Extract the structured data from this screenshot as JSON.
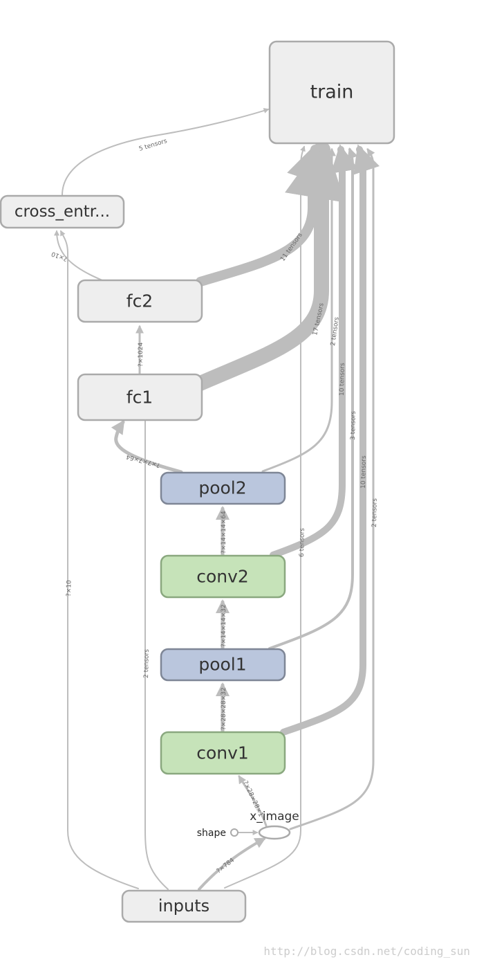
{
  "nodes": {
    "train": "train",
    "cross_entropy": "cross_entr...",
    "fc2": "fc2",
    "fc1": "fc1",
    "pool2": "pool2",
    "conv2": "conv2",
    "pool1": "pool1",
    "conv1": "conv1",
    "x_image": "x_image",
    "shape": "shape",
    "inputs": "inputs"
  },
  "edge_labels": {
    "cross_to_train": "5 tensors",
    "fc2_to_train": "11 tensors",
    "fc1_to_train": "17 tensors",
    "pool2_to_train": "2 tensors",
    "conv2_to_train": "10 tensors",
    "pool1_to_train": "3 tensors",
    "conv1_to_train": "10 tensors",
    "ximage_to_train": "2 tensors",
    "inputs_to_train": "6 tensors",
    "fc2_to_cross": "?×10",
    "inputs_to_cross": "?×10",
    "fc1_to_fc2": "?×1024",
    "pool2_to_fc1": "?×7×7×64",
    "inputs_to_fc1": "2 tensors",
    "conv2_to_pool2": "?×14×14×64",
    "pool1_to_conv2": "?×14×14×32",
    "conv1_to_pool1": "?×28×28×32",
    "ximage_to_conv1": "?×28×28×1",
    "inputs_to_ximage": "?×784"
  },
  "colors": {
    "gray_fill": "#eeeeee",
    "gray_stroke": "#aaaaaa",
    "pool_fill": "#bac6dd",
    "pool_stroke": "#7e8696",
    "conv_fill": "#c6e3b9",
    "conv_stroke": "#8aa87f",
    "edge": "#bdbdbd"
  },
  "watermark": "http://blog.csdn.net/coding_sun"
}
